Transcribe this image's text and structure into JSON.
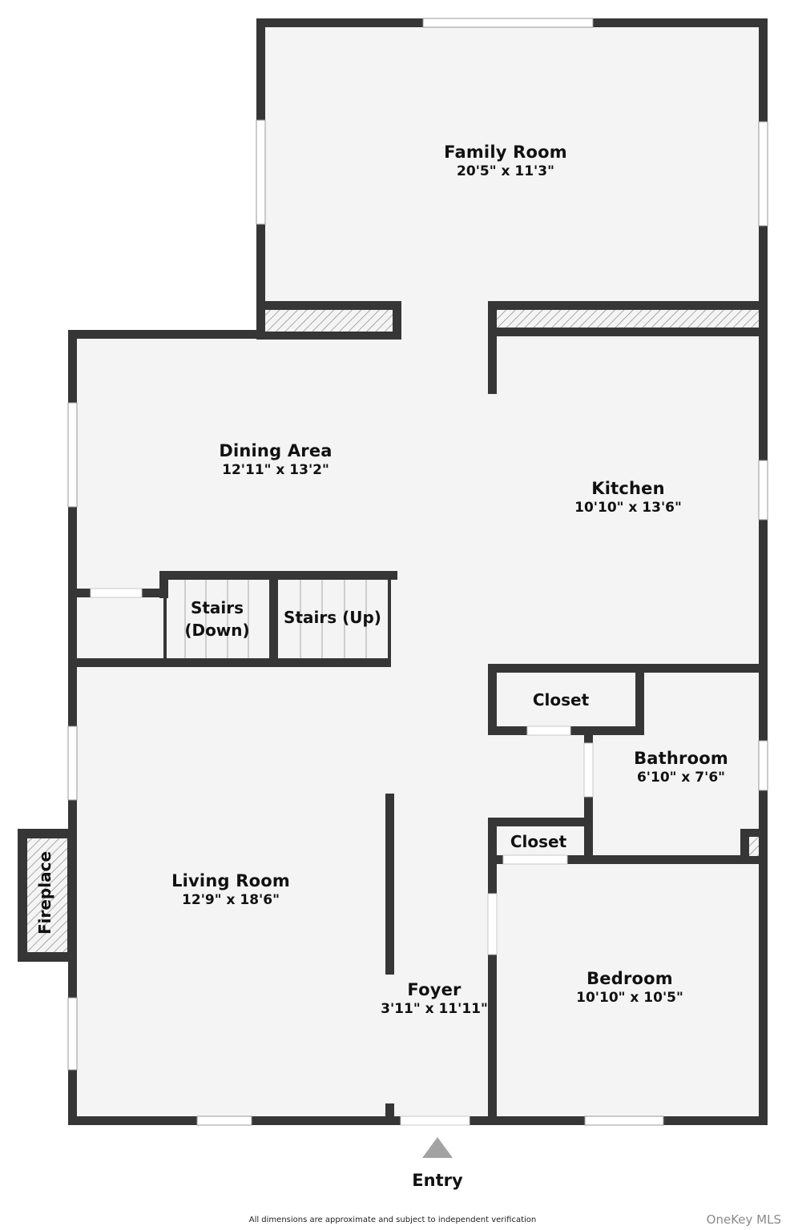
{
  "colors": {
    "wall": "#363636",
    "floor": "#f4f4f4",
    "window": "#ffffff",
    "hatch": "#888888",
    "entry_arrow": "#a3a3a3",
    "brand_text": "#8a8a8a"
  },
  "rooms": {
    "family_room": {
      "name": "Family Room",
      "dimensions": "20'5\" x 11'3\""
    },
    "dining_area": {
      "name": "Dining Area",
      "dimensions": "12'11\" x 13'2\""
    },
    "kitchen": {
      "name": "Kitchen",
      "dimensions": "10'10\" x 13'6\""
    },
    "stairs_down": {
      "name_line1": "Stairs",
      "name_line2": "(Down)"
    },
    "stairs_up": {
      "name": "Stairs (Up)"
    },
    "closet_upper": {
      "name": "Closet"
    },
    "bathroom": {
      "name": "Bathroom",
      "dimensions": "6'10\" x 7'6\""
    },
    "closet_lower": {
      "name": "Closet"
    },
    "living_room": {
      "name": "Living Room",
      "dimensions": "12'9\" x 18'6\""
    },
    "fireplace": {
      "name": "Fireplace"
    },
    "foyer": {
      "name": "Foyer",
      "dimensions": "3'11\" x 11'11\""
    },
    "bedroom": {
      "name": "Bedroom",
      "dimensions": "10'10\" x 10'5\""
    }
  },
  "entry": {
    "label": "Entry",
    "icon": "triangle-up-arrow"
  },
  "footer": {
    "disclaimer": "All dimensions are approximate and subject to independent verification",
    "brand": "OneKey MLS"
  }
}
